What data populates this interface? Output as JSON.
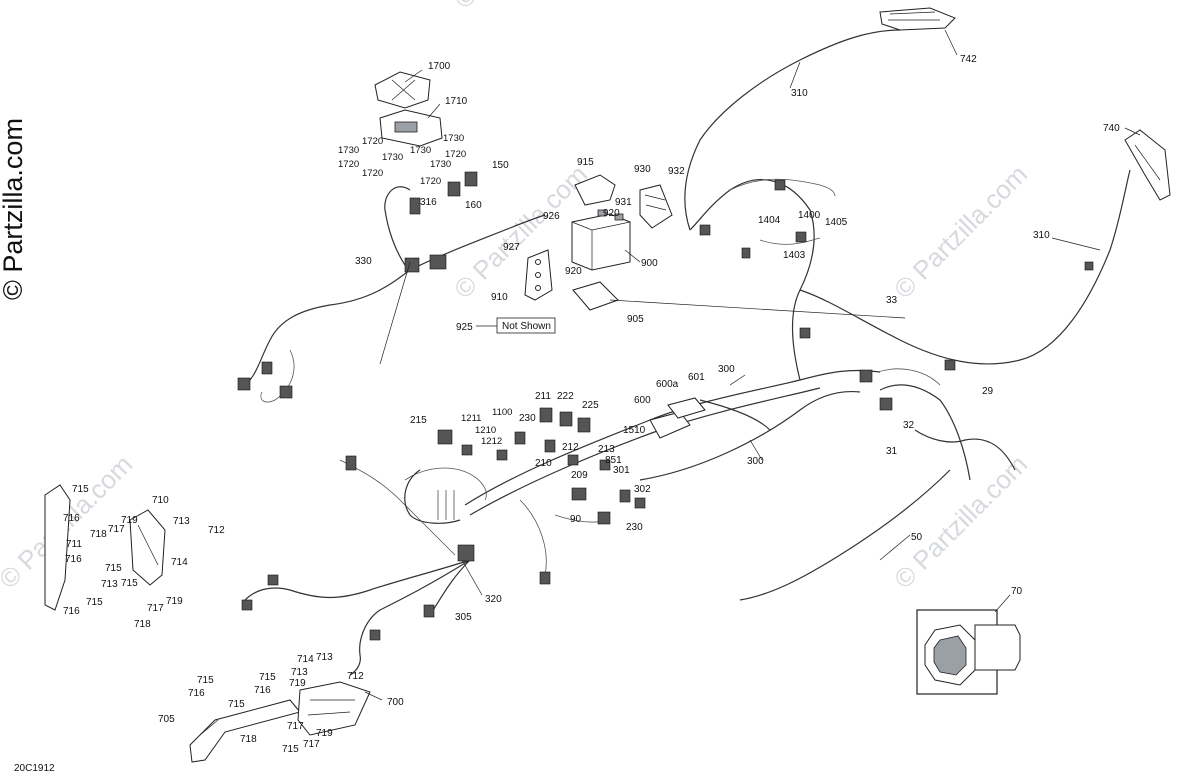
{
  "copyright": "© Partzilla.com",
  "watermark": "© Partzilla.com",
  "diagram_code": "20C1912",
  "not_shown_label": "Not Shown",
  "callouts": {
    "c1700": "1700",
    "c1710": "1710",
    "c1720a": "1720",
    "c1730a": "1730",
    "c1730b": "1730",
    "c1730c": "1730",
    "c1720b": "1720",
    "c1730d": "1730",
    "c1720c": "1720",
    "c1730e": "1730",
    "c1720d": "1720",
    "c1720e": "1720",
    "c150": "150",
    "c316": "316",
    "c160": "160",
    "c330": "330",
    "c915": "915",
    "c930": "930",
    "c932": "932",
    "c931": "931",
    "c920a": "920",
    "c926": "926",
    "c927": "927",
    "c920b": "920",
    "c900": "900",
    "c910": "910",
    "c905": "905",
    "c925": "925",
    "c742": "742",
    "c310a": "310",
    "c740": "740",
    "c310b": "310",
    "c1404": "1404",
    "c1400": "1400",
    "c1405": "1405",
    "c1403": "1403",
    "c33": "33",
    "c300a": "300",
    "c601": "601",
    "c600a": "600a",
    "c600": "600",
    "c211": "211",
    "c222": "222",
    "c225": "225",
    "c215": "215",
    "c1211": "1211",
    "c1100": "1100",
    "c1210": "1210",
    "c230a": "230",
    "c1212": "1212",
    "c1510": "1510",
    "c212": "212",
    "c213": "213",
    "c851": "851",
    "c210": "210",
    "c301": "301",
    "c209": "209",
    "c300b": "300",
    "c29": "29",
    "c32": "32",
    "c31": "31",
    "c302": "302",
    "c90": "90",
    "c230b": "230",
    "c50": "50",
    "c70": "70",
    "c320": "320",
    "c305": "305",
    "c715a": "715",
    "c716a": "716",
    "c710": "710",
    "c711": "711",
    "c719a": "719",
    "c717a": "717",
    "c718a": "718",
    "c713a": "713",
    "c712a": "712",
    "c714a": "714",
    "c716b": "716",
    "c715b": "715",
    "c713b": "713",
    "c715c": "715",
    "c716c": "716",
    "c717b": "717",
    "c719b": "719",
    "c718b": "718",
    "c715d": "715",
    "c714b": "714",
    "c713c": "713",
    "c715e": "715",
    "c713d": "713",
    "c716d": "716",
    "c719c": "719",
    "c712b": "712",
    "c716e": "716",
    "c715f": "715",
    "c700": "700",
    "c705": "705",
    "c717c": "717",
    "c718c": "718",
    "c715g": "715",
    "c719d": "719",
    "c717d": "717"
  }
}
